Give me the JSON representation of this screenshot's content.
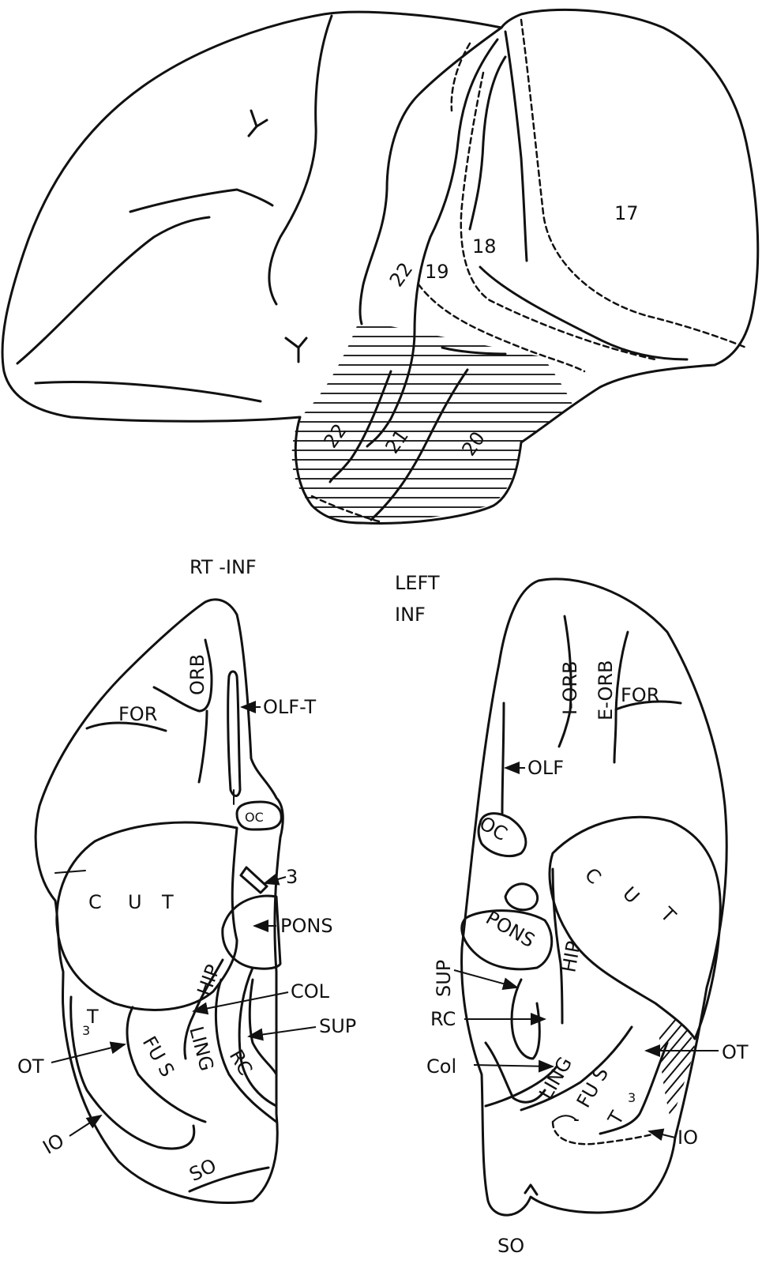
{
  "figure": {
    "lateral_view": {
      "areas": {
        "a17": "17",
        "a18": "18",
        "a19": "19",
        "a22_upper": "22",
        "a22_lower": "22",
        "a21": "21",
        "a20": "20"
      }
    },
    "right_inferior": {
      "title": "RT -INF",
      "labels": {
        "orb": "ORB",
        "for": "FOR",
        "olf_t": "OLF-T",
        "oc": "OC",
        "three": "3",
        "cut_c": "C",
        "cut_u": "U",
        "cut_t": "T",
        "pons": "PONS",
        "hip": "HIP",
        "col": "COL",
        "sup": "SUP",
        "t3": "T",
        "t3_sub": "3",
        "ot": "OT",
        "fus": "FU S",
        "ling": "LING",
        "rc": "RC",
        "io": "IO",
        "so": "SO"
      }
    },
    "left_inferior": {
      "title_line1": "LEFT",
      "title_line2": "INF",
      "labels": {
        "i_orb": "I-ORB",
        "e_orb": "E-ORB",
        "for": "FOR",
        "olf": "OLF",
        "oc": "OC",
        "cut_c": "C",
        "cut_u": "U",
        "cut_t": "T",
        "pons": "PONS",
        "hip": "HIP",
        "sup": "SUP",
        "rc": "RC",
        "col": "Col",
        "ling": "LING",
        "fus": "FU S",
        "ot": "OT",
        "t3": "T",
        "t3_sub": "3",
        "io": "IO",
        "so": "SO"
      }
    }
  }
}
